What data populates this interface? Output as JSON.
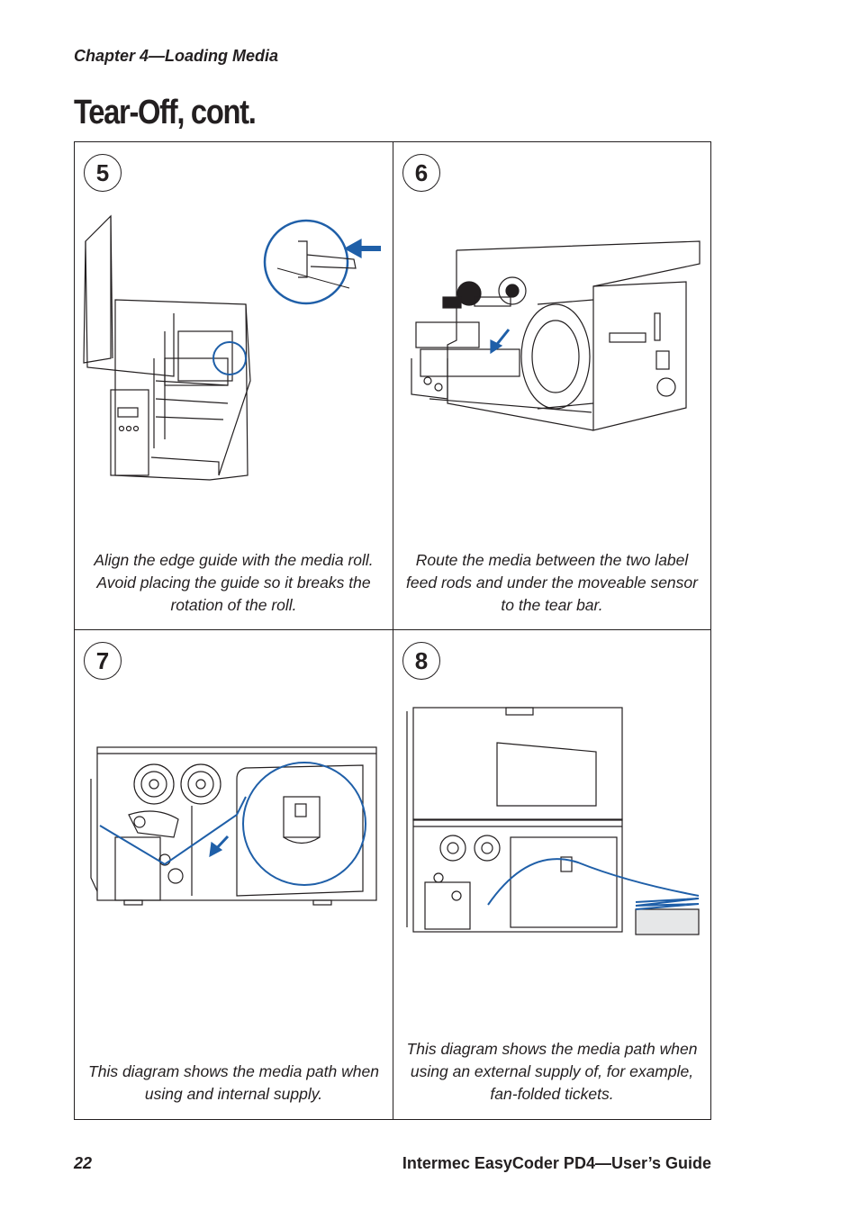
{
  "header": {
    "chapter": "Chapter 4—Loading Media",
    "title": "Tear-Off, cont."
  },
  "steps": [
    {
      "number": "5",
      "caption": "Align the edge guide with the media roll. Avoid placing the guide so it breaks the rotation of the roll."
    },
    {
      "number": "6",
      "caption": "Route the media between the two label feed rods and under the moveable sensor to the tear bar."
    },
    {
      "number": "7",
      "caption": "This diagram shows the media path when using and internal supply."
    },
    {
      "number": "8",
      "caption": "This diagram shows the media path when using an external supply of, for example, fan-folded tickets."
    }
  ],
  "footer": {
    "page_number": "22",
    "guide_title": "Intermec EasyCoder PD4—User’s Guide"
  },
  "colors": {
    "accent": "#1f5fa8",
    "line": "#231f20"
  }
}
